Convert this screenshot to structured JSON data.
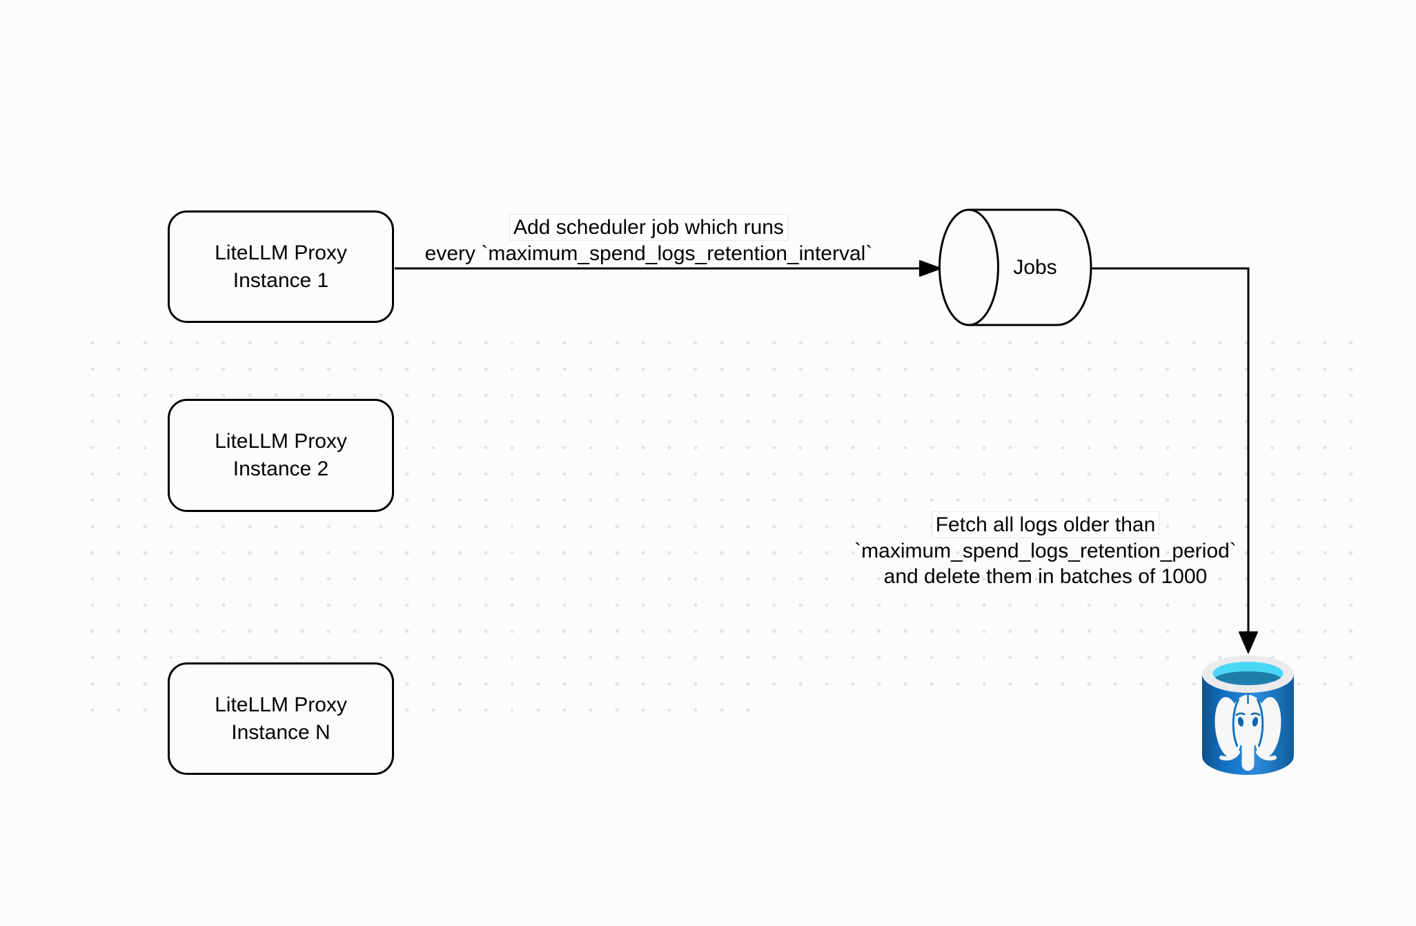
{
  "diagram": {
    "nodes": {
      "proxy1": {
        "line1": "LiteLLM Proxy",
        "line2": "Instance 1"
      },
      "proxy2": {
        "line1": "LiteLLM Proxy",
        "line2": "Instance 2"
      },
      "proxyN": {
        "line1": "LiteLLM Proxy",
        "line2": "Instance N"
      },
      "jobs_queue": {
        "label": "Jobs"
      },
      "database": {
        "icon": "postgresql-database-icon"
      }
    },
    "edges": {
      "scheduler_edge": {
        "line1": "Add scheduler job which runs",
        "line2": "every `maximum_spend_logs_retention_interval`"
      },
      "delete_edge": {
        "line1": "Fetch all logs older than",
        "line2": "`maximum_spend_logs_retention_period`",
        "line3": "and delete them in batches of 1000"
      }
    },
    "colors": {
      "stroke": "#000000",
      "node_fill": "#fcfcfc",
      "dot_grid": "#e3e3e3",
      "pg_body_dark": "#0d5189",
      "pg_body_mid": "#1472c5",
      "pg_body_light": "#2c8ad9",
      "pg_rim": "#ebebee",
      "pg_inner_cyan": "#49d7f3",
      "pg_inner_teal": "#1e7ea8",
      "pg_elephant": "#f7f7f7"
    }
  }
}
